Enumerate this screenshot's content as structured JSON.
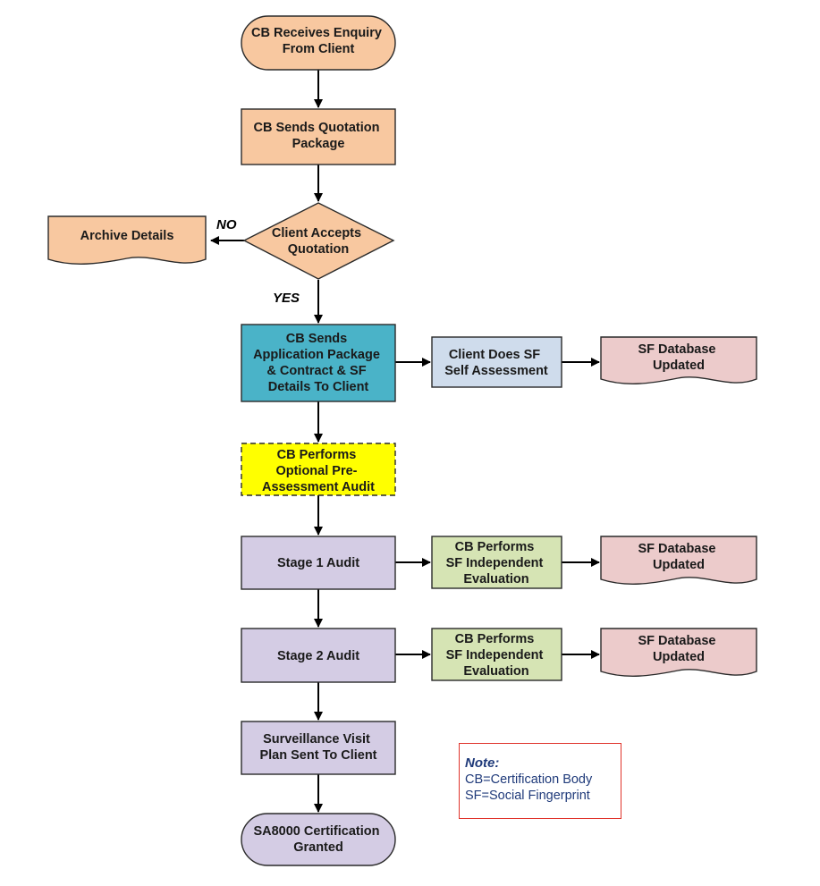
{
  "colors": {
    "peach": "#f8c8a0",
    "teal": "#4ab3c8",
    "light_blue": "#cfdcec",
    "pink": "#eccbcb",
    "yellow": "#ffff00",
    "lavender": "#d4cce4",
    "green": "#d6e4b4",
    "stroke": "#2a2a2a",
    "note_border": "#e0342c",
    "note_text": "#1f3a7a"
  },
  "nodes": {
    "enquiry": [
      "CB Receives Enquiry",
      "From Client"
    ],
    "quotation_package": [
      "CB Sends Quotation",
      "Package"
    ],
    "client_accepts": [
      "Client Accepts",
      "Quotation"
    ],
    "archive": [
      "Archive Details"
    ],
    "application_package": [
      "CB Sends",
      "Application Package",
      "& Contract & SF",
      "Details To Client"
    ],
    "self_assessment": [
      "Client Does SF",
      "Self Assessment"
    ],
    "db1": [
      "SF Database",
      "Updated"
    ],
    "pre_assessment": [
      "CB Performs",
      "Optional Pre-",
      "Assessment Audit"
    ],
    "stage1": [
      "Stage 1 Audit"
    ],
    "eval1": [
      "CB Performs",
      "SF Independent",
      "Evaluation"
    ],
    "db2": [
      "SF Database",
      "Updated"
    ],
    "stage2": [
      "Stage 2 Audit"
    ],
    "eval2": [
      "CB Performs",
      "SF Independent",
      "Evaluation"
    ],
    "db3": [
      "SF Database",
      "Updated"
    ],
    "surveillance": [
      "Surveillance Visit",
      "Plan Sent To Client"
    ],
    "granted": [
      "SA8000 Certification",
      "Granted"
    ]
  },
  "edge_labels": {
    "no": "NO",
    "yes": "YES"
  },
  "note": {
    "title": "Note:",
    "line1": "CB=Certification Body",
    "line2": "SF=Social Fingerprint"
  }
}
